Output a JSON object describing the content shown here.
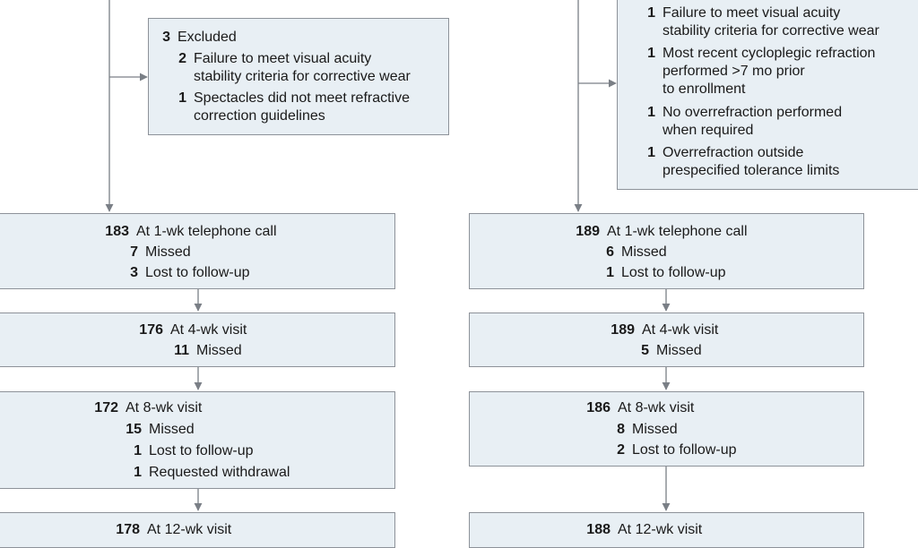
{
  "colors": {
    "box_fill": "#e8eff4",
    "box_border": "#8d9299",
    "line": "#7a7f86"
  },
  "left_excluded": {
    "heading_count": "3",
    "heading_label": "Excluded",
    "items": [
      {
        "count": "2",
        "lines": [
          "Failure to meet visual acuity",
          "stability criteria for corrective wear"
        ]
      },
      {
        "count": "1",
        "lines": [
          "Spectacles did not meet refractive",
          "correction guidelines"
        ]
      }
    ]
  },
  "right_excluded": {
    "items": [
      {
        "count": "1",
        "lines": [
          "Failure to meet visual acuity",
          "stability criteria for corrective wear"
        ]
      },
      {
        "count": "1",
        "lines": [
          "Most recent cycloplegic refraction",
          "performed >7 mo prior",
          "to enrollment"
        ]
      },
      {
        "count": "1",
        "lines": [
          "No overrefraction performed",
          "when required"
        ]
      },
      {
        "count": "1",
        "lines": [
          "Overrefraction outside",
          "prespecified tolerance limits"
        ]
      }
    ]
  },
  "left_arm": {
    "week1": {
      "count": "183",
      "label": "At 1-wk telephone call",
      "sub": [
        {
          "count": "7",
          "label": "Missed"
        },
        {
          "count": "3",
          "label": "Lost to follow-up"
        }
      ]
    },
    "week4": {
      "count": "176",
      "label": "At 4-wk visit",
      "sub": [
        {
          "count": "11",
          "label": "Missed"
        }
      ]
    },
    "week8": {
      "count": "172",
      "label": "At 8-wk visit",
      "sub": [
        {
          "count": "15",
          "label": "Missed"
        },
        {
          "count": "1",
          "label": "Lost to follow-up"
        },
        {
          "count": "1",
          "label": "Requested withdrawal"
        }
      ]
    },
    "week12": {
      "count": "178",
      "label": "At 12-wk visit"
    }
  },
  "right_arm": {
    "week1": {
      "count": "189",
      "label": "At 1-wk telephone call",
      "sub": [
        {
          "count": "6",
          "label": "Missed"
        },
        {
          "count": "1",
          "label": "Lost to follow-up"
        }
      ]
    },
    "week4": {
      "count": "189",
      "label": "At 4-wk visit",
      "sub": [
        {
          "count": "5",
          "label": "Missed"
        }
      ]
    },
    "week8": {
      "count": "186",
      "label": "At 8-wk visit",
      "sub": [
        {
          "count": "8",
          "label": "Missed"
        },
        {
          "count": "2",
          "label": "Lost to follow-up"
        }
      ]
    },
    "week12": {
      "count": "188",
      "label": "At 12-wk visit"
    }
  }
}
